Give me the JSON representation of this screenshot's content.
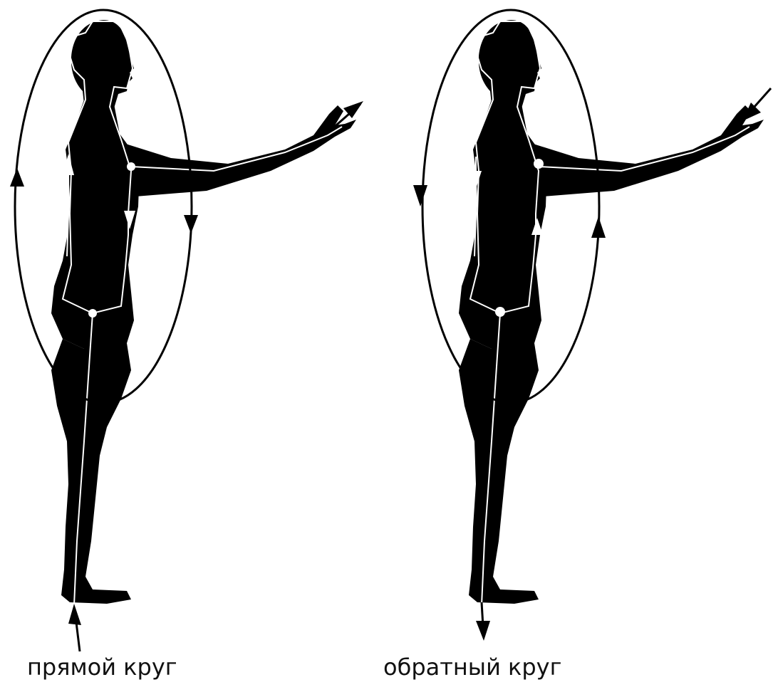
{
  "figures": [
    {
      "caption": "прямой круг",
      "flow": "direct"
    },
    {
      "caption": "обратный круг",
      "flow": "reverse"
    }
  ],
  "colors": {
    "silhouette": "#000000",
    "background": "#ffffff",
    "channel_line": "#ffffff",
    "loop_line": "#000000",
    "caption_text": "#111111"
  }
}
